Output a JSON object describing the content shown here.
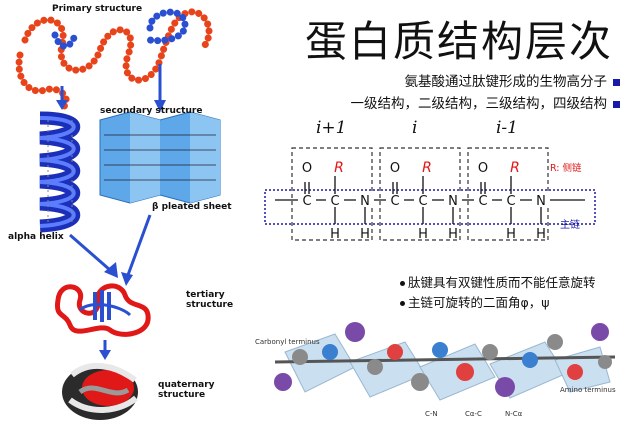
{
  "title": "蛋白质结构层次",
  "bullets": [
    "氨基酸通过肽键形成的生物高分子",
    "一级结构，二级结构，三级结构，四级结构"
  ],
  "residue_indices": [
    "i+1",
    "i",
    "i-1"
  ],
  "peptide_chain": {
    "side_chain_symbol": "R",
    "side_chain_label": "R: 侧链",
    "main_chain_label": "主链",
    "atoms": {
      "C": "C",
      "O": "O",
      "N": "N",
      "H": "H"
    }
  },
  "notes": [
    "肽键具有双键性质而不能任意旋转",
    "主链可旋转的二面角φ，ψ"
  ],
  "structures": {
    "primary": "Primary structure",
    "secondary": "secondary structure",
    "pleated": "β pleated sheet",
    "alpha": "alpha helix",
    "tertiary": "tertiary structure",
    "quaternary": "quaternary structure"
  },
  "bottom_model": {
    "left_label": "Carbonyl terminus",
    "right_label": "Amino terminus",
    "bottom_labels": [
      "C-N",
      "Cα-C",
      "N-Cα"
    ]
  },
  "colors": {
    "accent_blue": "#1a1aa8",
    "red": "#e01818",
    "chain_red": "#e8441c",
    "chain_blue": "#2a4fd0"
  }
}
